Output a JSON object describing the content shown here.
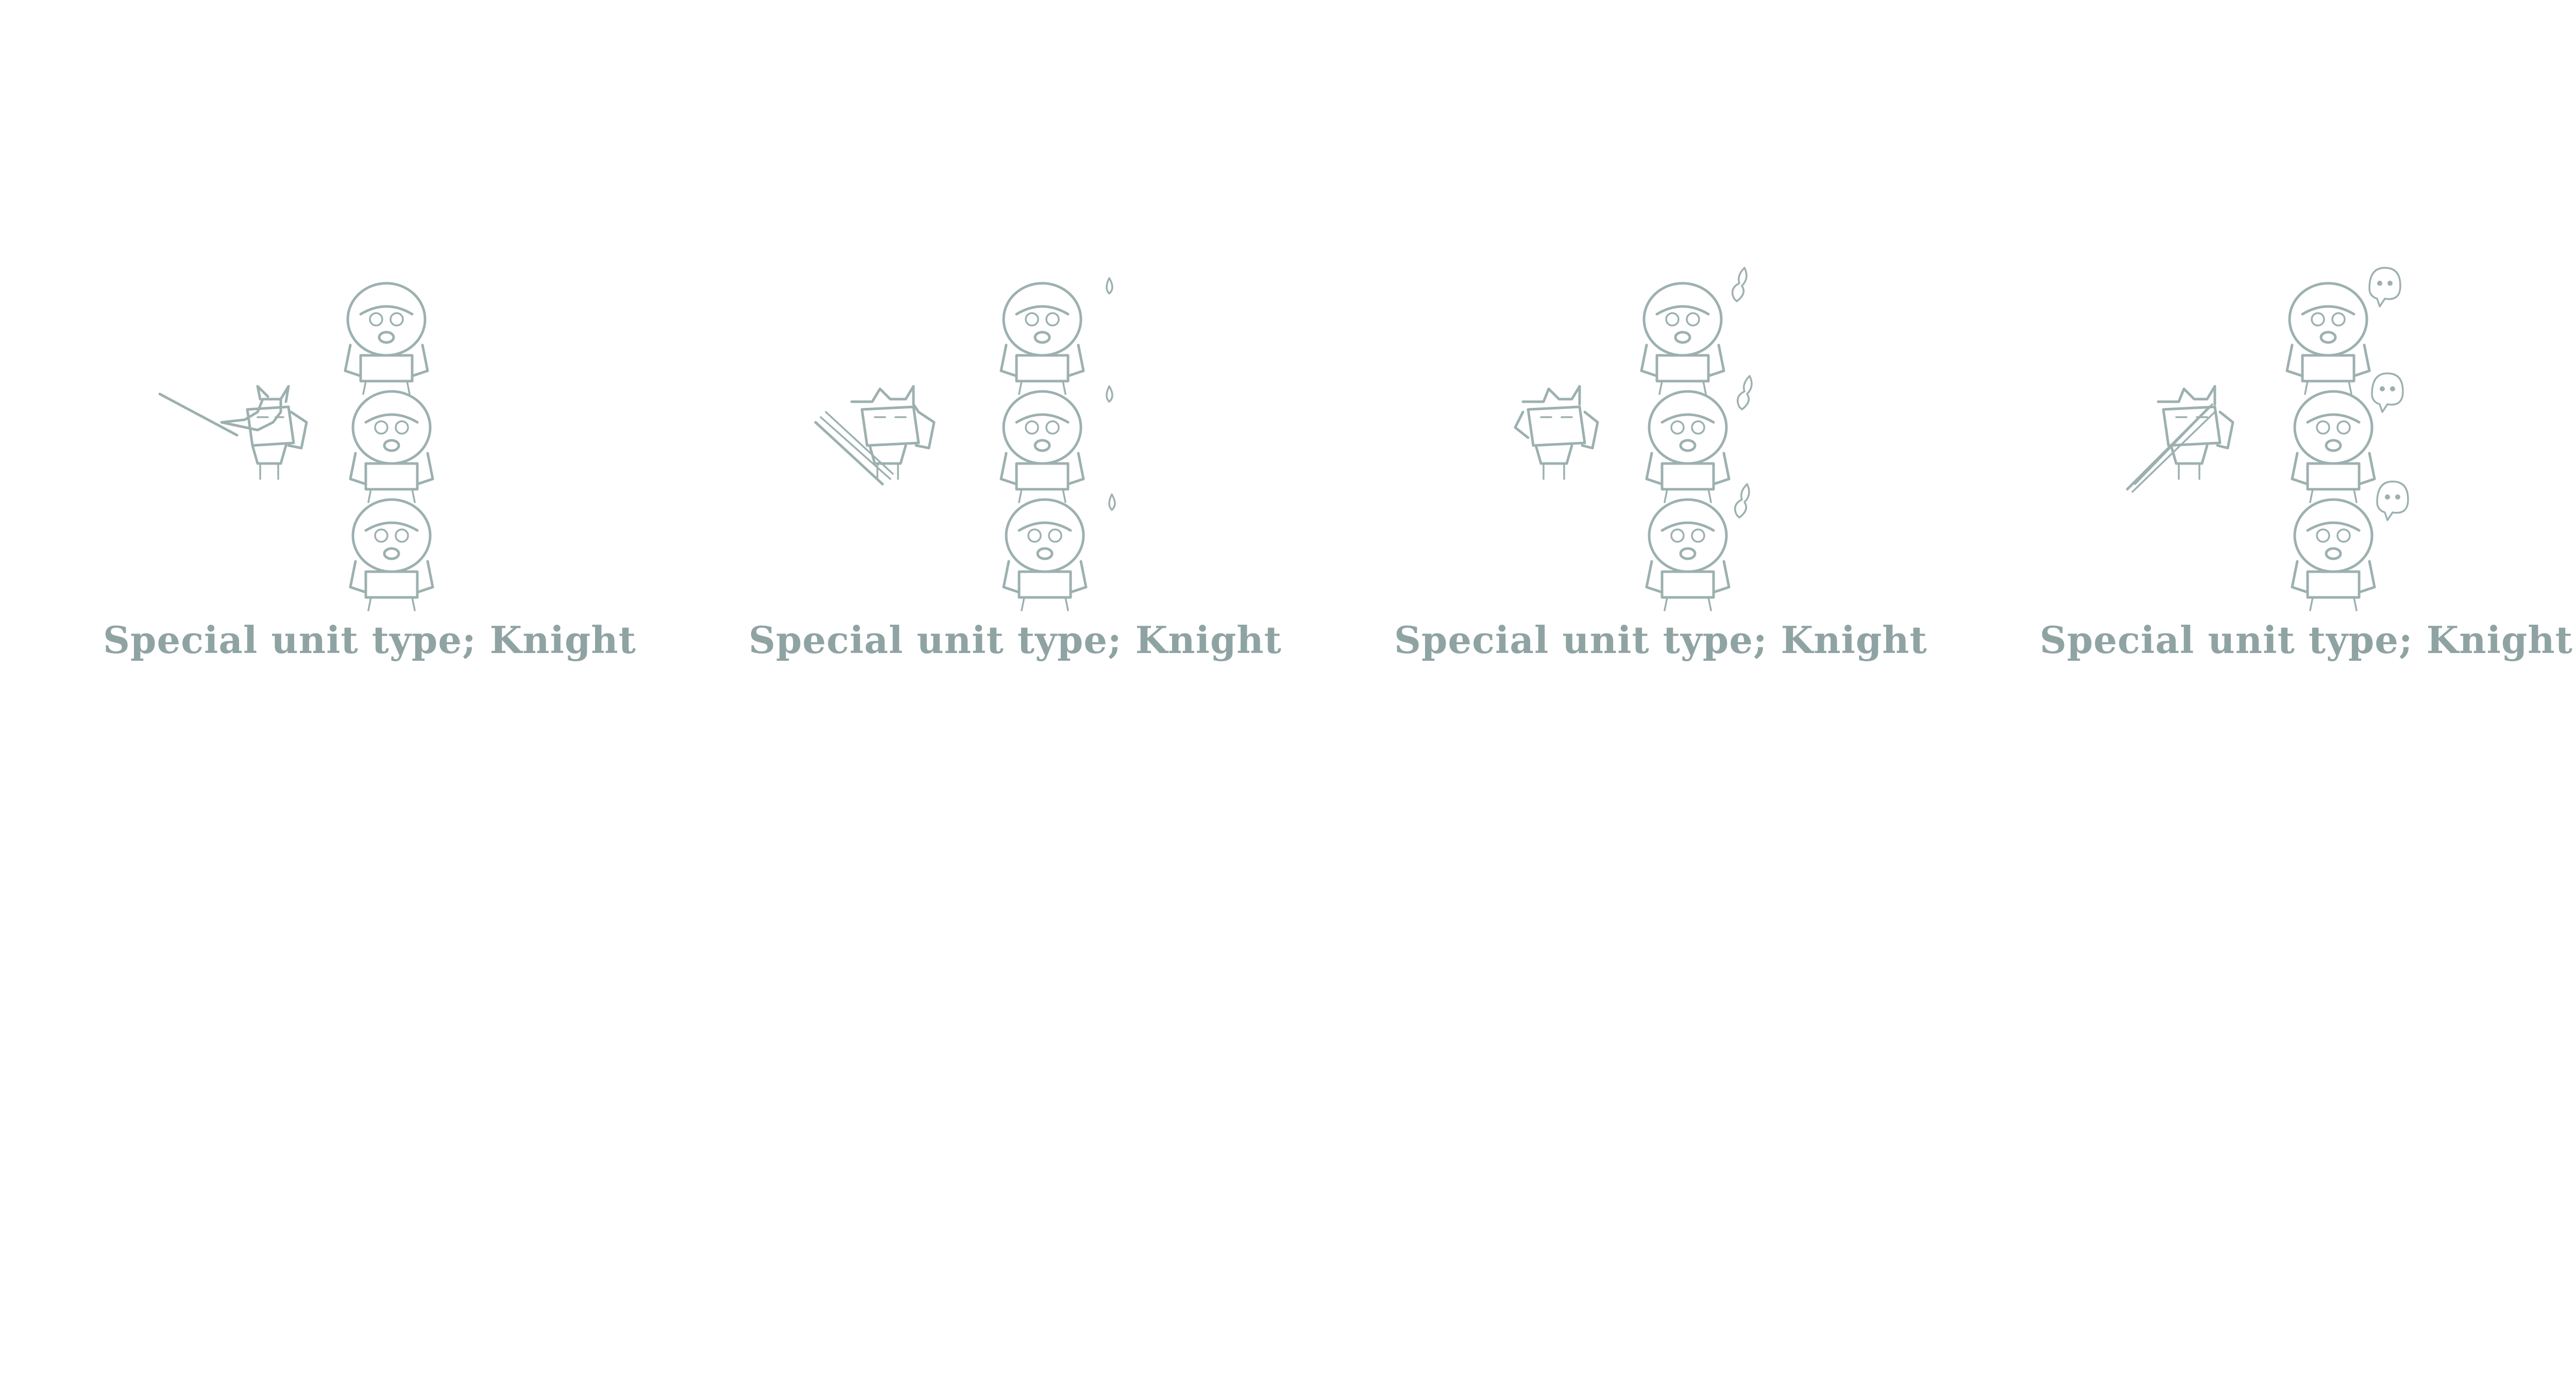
{
  "palette": {
    "background": "#ffffff",
    "ink": "#9db0b0",
    "caption": "#8fa3a3"
  },
  "panels": [
    {
      "caption": "Special unit type; Knight",
      "stage": "lance-aimed",
      "knight_icon": "knight-with-lance-icon",
      "defender_count": 3,
      "effect_icon": "none"
    },
    {
      "caption": "Special unit type; Knight",
      "stage": "charge-slash",
      "knight_icon": "knight-charging-icon",
      "defender_count": 3,
      "effect_icon": "sweat-drop-icon"
    },
    {
      "caption": "Special unit type; Knight",
      "stage": "impact",
      "knight_icon": "knight-standing-icon",
      "defender_count": 3,
      "effect_icon": "spirit-wisp-icon"
    },
    {
      "caption": "Special unit type; Knight",
      "stage": "souls-leaving",
      "knight_icon": "knight-slash-icon",
      "defender_count": 3,
      "effect_icon": "ghost-skull-icon"
    }
  ]
}
